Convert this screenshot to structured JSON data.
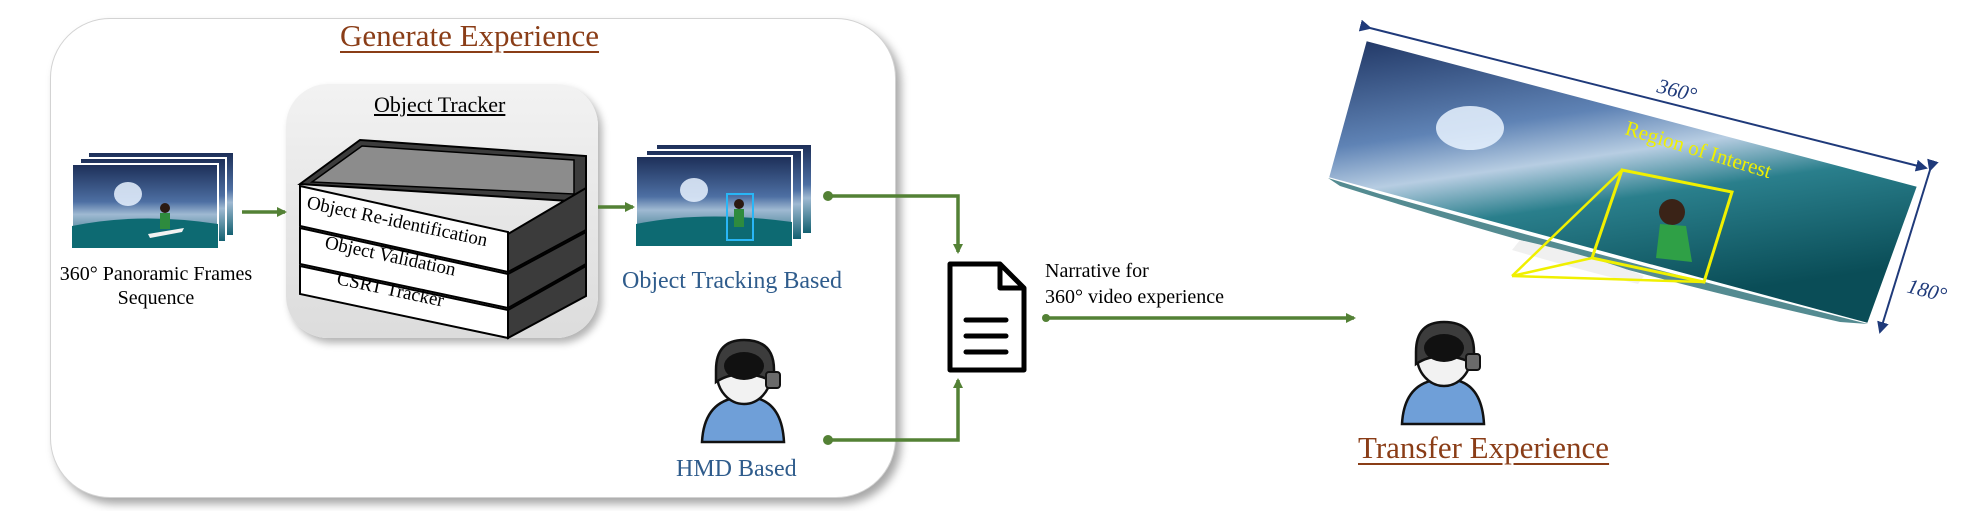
{
  "generate": {
    "heading": "Generate Experience",
    "tracker_title": "Object Tracker",
    "layers": [
      "Object Re-identification",
      "Object Validation",
      "CSRT Tracker"
    ],
    "frames_label_line1": "360° Panoramic Frames",
    "frames_label_line2": "Sequence",
    "object_tracking_label": "Object Tracking Based",
    "hmd_label": "HMD Based"
  },
  "narrative": {
    "line1": "Narrative for",
    "line2": "360° video experience"
  },
  "transfer": {
    "heading": "Transfer Experience",
    "width_label": "360°",
    "height_label": "180°",
    "roi_label": "Region of Interest"
  },
  "colors": {
    "heading": "#8a3d17",
    "blue_label": "#2f5c8c",
    "arrow": "#538135",
    "roi": "#f0f000",
    "dimension": "#1f3a7a"
  }
}
